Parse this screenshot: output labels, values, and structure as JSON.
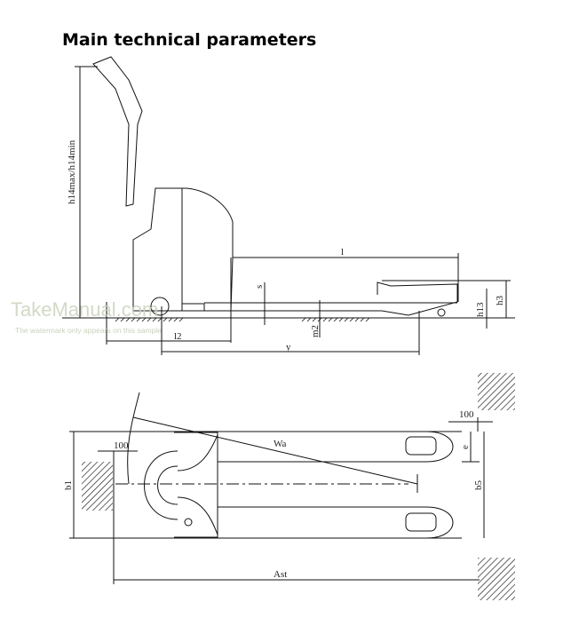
{
  "title": "Main technical parameters",
  "watermark": {
    "brand": "TakeManual.com",
    "note": "The watermark only appears on this sample"
  },
  "side_view": {
    "labels": {
      "h14": "h14max/h14min",
      "l": "l",
      "s": "s",
      "m2": "m2",
      "h13": "h13",
      "h3": "h3",
      "l2": "l2",
      "y": "y"
    }
  },
  "top_view": {
    "labels": {
      "wa": "Wa",
      "clear_left": "100",
      "clear_right": "100",
      "b1": "b1",
      "b5": "b5",
      "e": "e",
      "ast": "Ast"
    }
  }
}
